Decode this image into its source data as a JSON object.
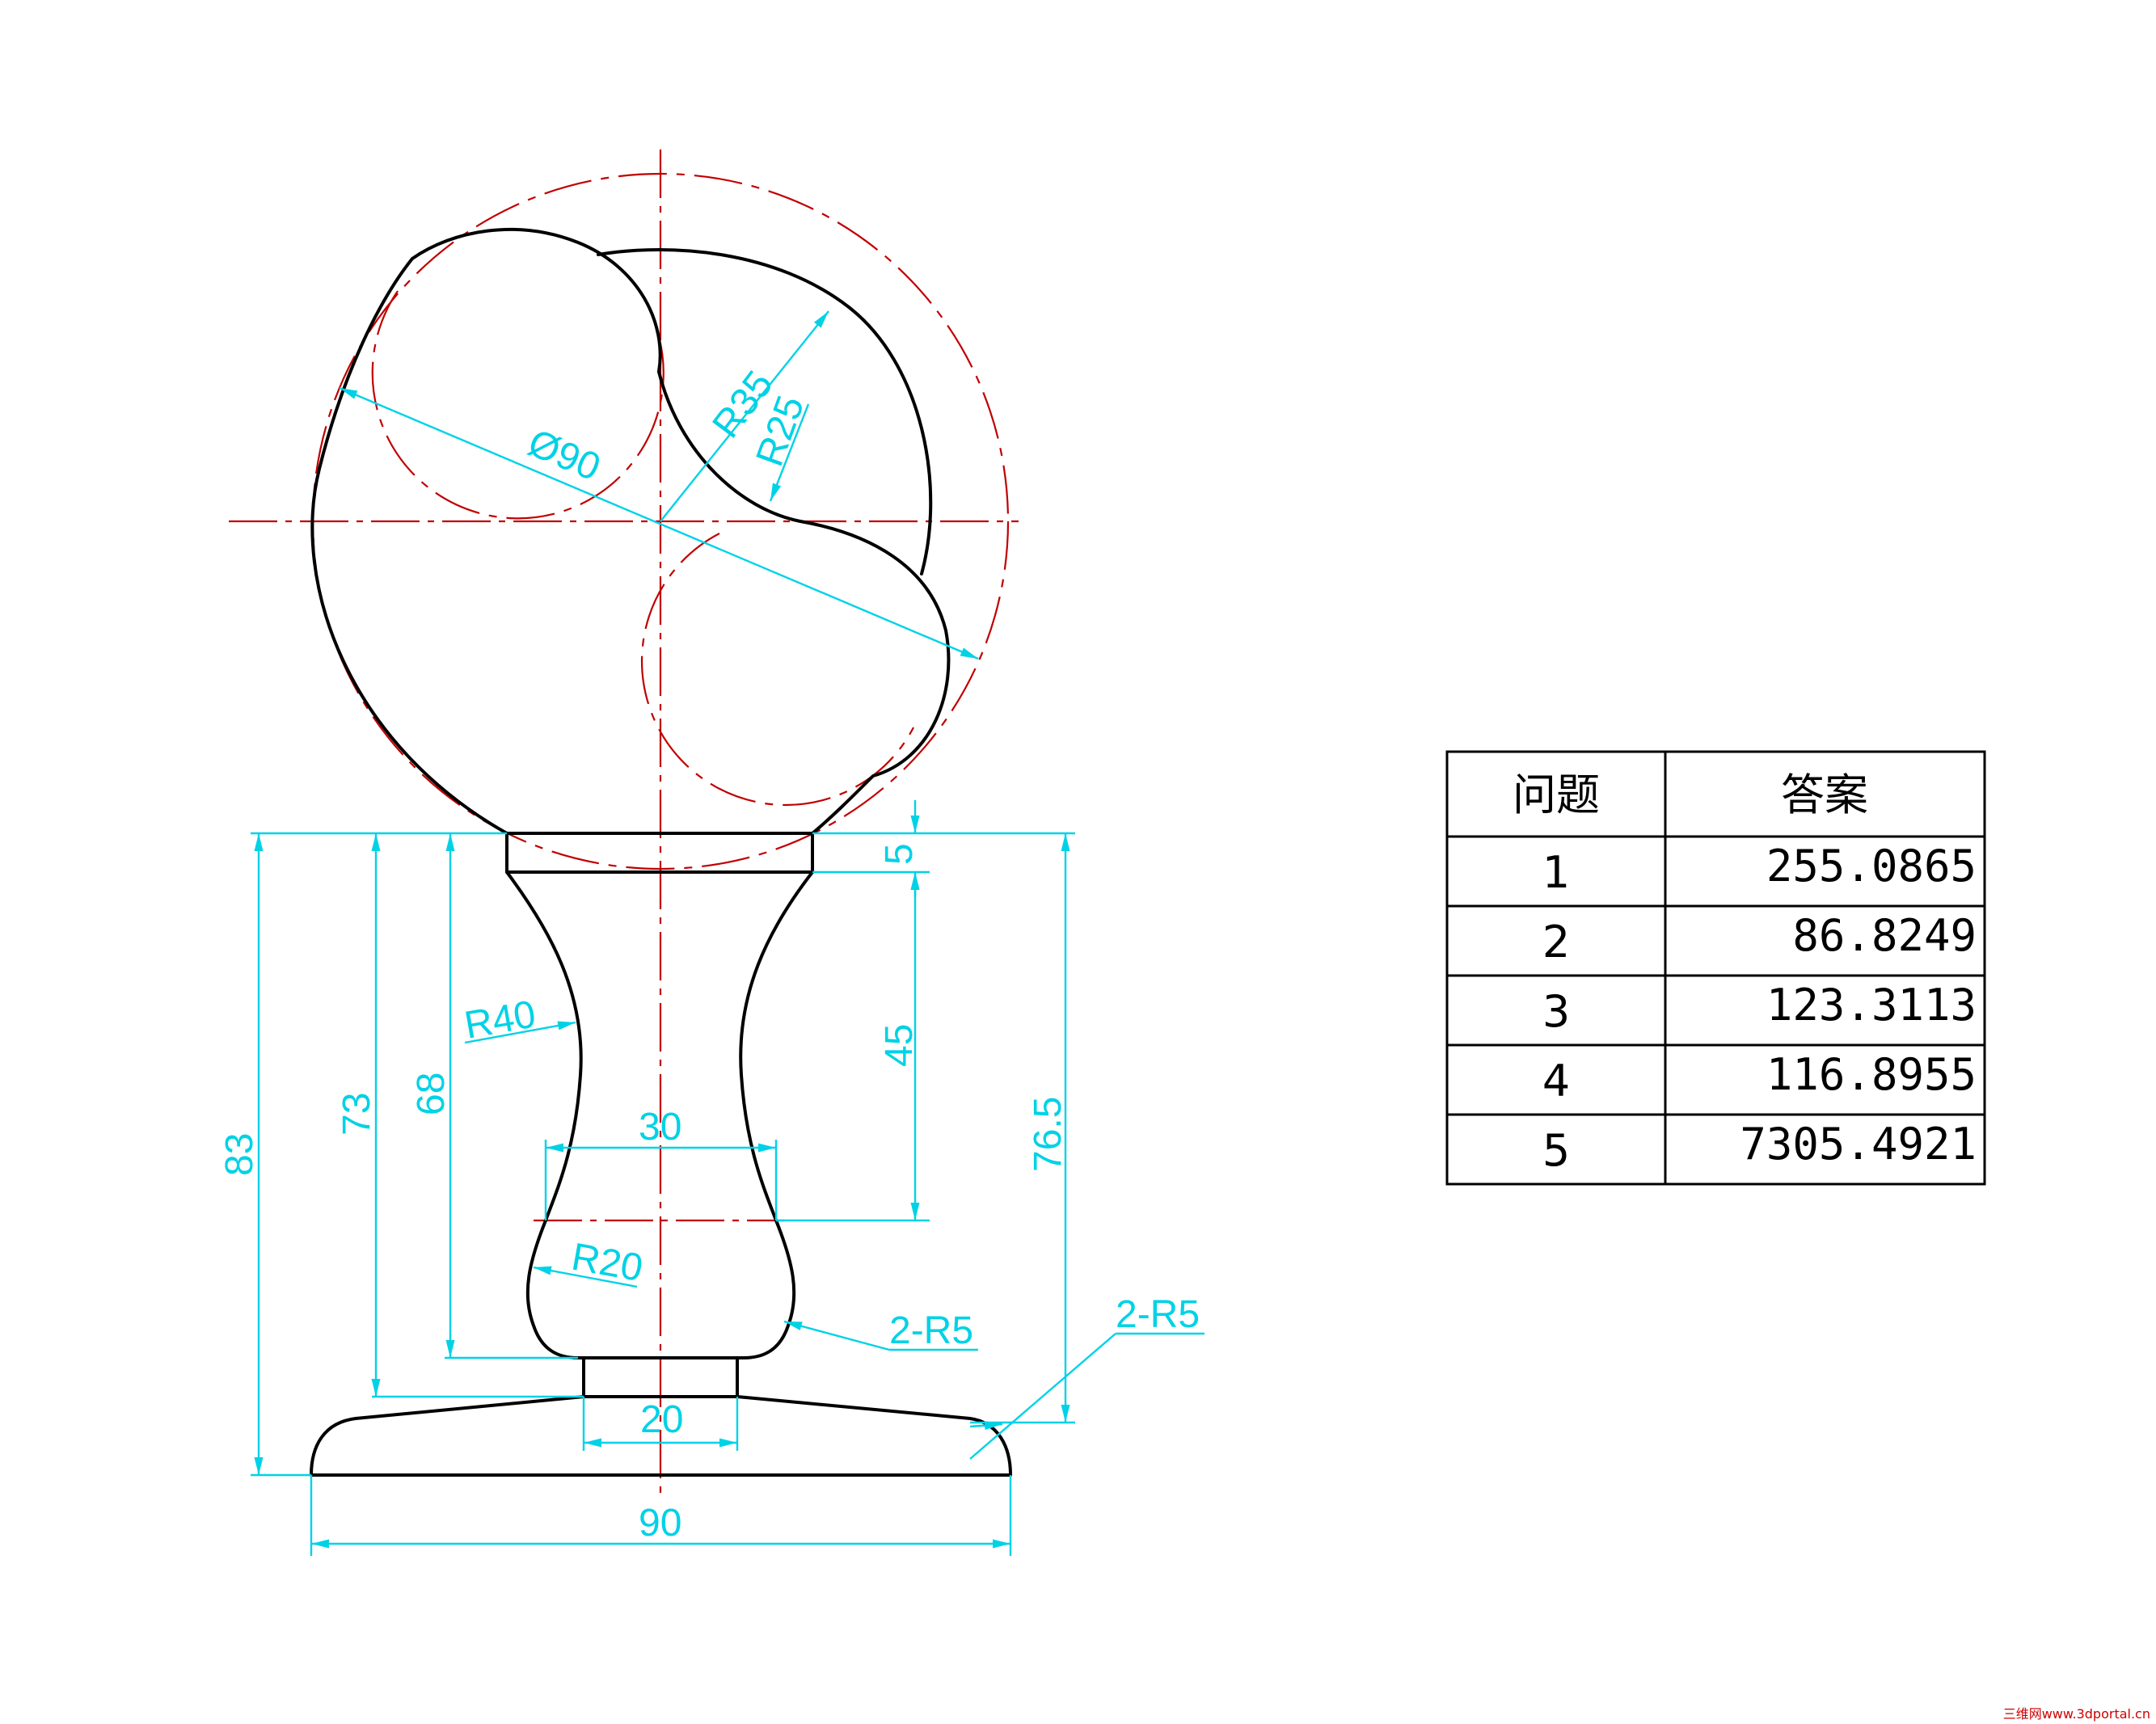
{
  "dimensions": {
    "ball_diameter": "Ø90",
    "r_small": "R25",
    "r_mid": "R35",
    "r_neck": "R40",
    "r_bulb": "R20",
    "fillet_a": "2-R5",
    "fillet_b": "2-R5",
    "neck_width": "30",
    "post_width": "20",
    "base_width": "90",
    "h_83": "83",
    "h_73": "73",
    "h_68": "68",
    "h_5": "5",
    "h_45": "45",
    "h_76_5": "76.5"
  },
  "answer_table": {
    "header_question": "问题",
    "header_answer": "答案",
    "rows": [
      {
        "q": "1",
        "a": "255.0865"
      },
      {
        "q": "2",
        "a": "86.8249"
      },
      {
        "q": "3",
        "a": "123.3113"
      },
      {
        "q": "4",
        "a": "116.8955"
      },
      {
        "q": "5",
        "a": "7305.4921"
      }
    ]
  },
  "watermark": "三维网www.3dportal.cn",
  "colors": {
    "outline": "#000000",
    "centerline": "#c00000",
    "dimension": "#00d2e6"
  }
}
